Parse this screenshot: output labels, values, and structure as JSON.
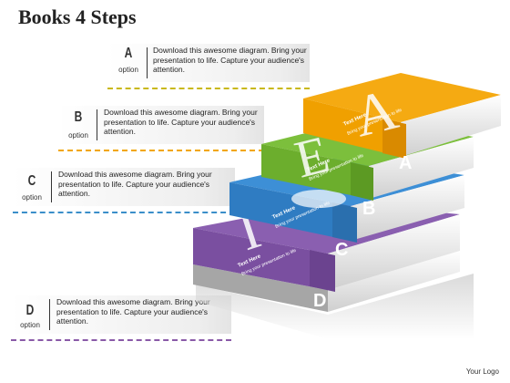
{
  "title": "Books 4 Steps",
  "logo": "Your Logo",
  "options": [
    {
      "letter": "A",
      "label": "option",
      "text": "Download this awesome diagram. Bring your presentation to life. Capture your audience's attention.",
      "color": "#c9b814"
    },
    {
      "letter": "B",
      "label": "option",
      "text": "Download this awesome diagram. Bring your presentation to life. Capture your audience's attention.",
      "color": "#f2a600"
    },
    {
      "letter": "C",
      "label": "option",
      "text": "Download this awesome diagram. Bring your presentation to life. Capture your audience's attention.",
      "color": "#3a8ec9"
    },
    {
      "letter": "D",
      "label": "option",
      "text": "Download this awesome diagram. Bring your presentation to life. Capture your audience's attention.",
      "color": "#8a5aa8"
    }
  ],
  "books": [
    {
      "letter": "A",
      "spine_text": "Text Here",
      "spine_sub": "Bring your presentation to life",
      "color": "#f5aa12",
      "side": "#d98a00",
      "big_letter": "A"
    },
    {
      "letter": "B",
      "spine_text": "Text Here",
      "spine_sub": "Bring your presentation to life",
      "color": "#7cbf3c",
      "side": "#5c9a23",
      "big_letter": "E"
    },
    {
      "letter": "C",
      "spine_text": "Text Here",
      "spine_sub": "Bring your presentation to life",
      "color": "#3d8fd6",
      "side": "#2a6fae",
      "big_letter": "O"
    },
    {
      "letter": "D",
      "spine_text": "Text Here",
      "spine_sub": "Bring your presentation to life",
      "color": "#8a5fb0",
      "side": "#6b438f",
      "big_letter": "I"
    }
  ]
}
